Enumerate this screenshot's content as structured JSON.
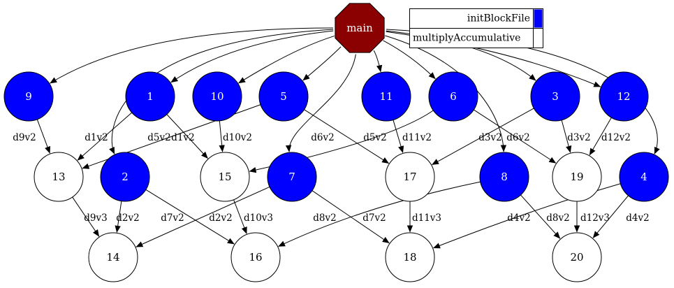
{
  "colors": {
    "main_fill": "#8b0000",
    "blue_fill": "#0000ff",
    "white_fill": "#ffffff",
    "stroke": "#000000",
    "label_on_dark": "#ffffff",
    "label_on_light": "#000000"
  },
  "legend": {
    "rows": [
      {
        "label": "initBlockFile",
        "swatch": "#0000ff"
      },
      {
        "label": "multiplyAccumulative",
        "swatch": "#ffffff"
      }
    ]
  },
  "nodes": [
    {
      "id": "main",
      "label": "main",
      "style": "octagon"
    },
    {
      "id": "9",
      "label": "9",
      "style": "blue"
    },
    {
      "id": "1",
      "label": "1",
      "style": "blue"
    },
    {
      "id": "10",
      "label": "10",
      "style": "blue"
    },
    {
      "id": "5",
      "label": "5",
      "style": "blue"
    },
    {
      "id": "11",
      "label": "11",
      "style": "blue"
    },
    {
      "id": "6",
      "label": "6",
      "style": "blue"
    },
    {
      "id": "3",
      "label": "3",
      "style": "blue"
    },
    {
      "id": "12",
      "label": "12",
      "style": "blue"
    },
    {
      "id": "13",
      "label": "13",
      "style": "white"
    },
    {
      "id": "2",
      "label": "2",
      "style": "blue"
    },
    {
      "id": "15",
      "label": "15",
      "style": "white"
    },
    {
      "id": "7",
      "label": "7",
      "style": "blue"
    },
    {
      "id": "17",
      "label": "17",
      "style": "white"
    },
    {
      "id": "8",
      "label": "8",
      "style": "blue"
    },
    {
      "id": "19",
      "label": "19",
      "style": "white"
    },
    {
      "id": "4",
      "label": "4",
      "style": "blue"
    },
    {
      "id": "14",
      "label": "14",
      "style": "white"
    },
    {
      "id": "16",
      "label": "16",
      "style": "white"
    },
    {
      "id": "18",
      "label": "18",
      "style": "white"
    },
    {
      "id": "20",
      "label": "20",
      "style": "white"
    }
  ],
  "edges": [
    {
      "from": "main",
      "to": "9",
      "label": ""
    },
    {
      "from": "main",
      "to": "2",
      "label": ""
    },
    {
      "from": "main",
      "to": "1",
      "label": ""
    },
    {
      "from": "main",
      "to": "10",
      "label": ""
    },
    {
      "from": "main",
      "to": "5",
      "label": ""
    },
    {
      "from": "main",
      "to": "7",
      "label": ""
    },
    {
      "from": "main",
      "to": "11",
      "label": ""
    },
    {
      "from": "main",
      "to": "6",
      "label": ""
    },
    {
      "from": "main",
      "to": "8",
      "label": ""
    },
    {
      "from": "main",
      "to": "3",
      "label": ""
    },
    {
      "from": "main",
      "to": "12",
      "label": ""
    },
    {
      "from": "main",
      "to": "4",
      "label": ""
    },
    {
      "from": "9",
      "to": "13",
      "label": "d9v2"
    },
    {
      "from": "1",
      "to": "13",
      "label": "d1v2"
    },
    {
      "from": "1",
      "to": "15",
      "label": "d1v2"
    },
    {
      "from": "5",
      "to": "13",
      "label": "d5v2"
    },
    {
      "from": "10",
      "to": "15",
      "label": "d10v2"
    },
    {
      "from": "6",
      "to": "15",
      "label": "d6v2"
    },
    {
      "from": "5",
      "to": "17",
      "label": "d5v2"
    },
    {
      "from": "11",
      "to": "17",
      "label": "d11v2"
    },
    {
      "from": "3",
      "to": "17",
      "label": "d3v2"
    },
    {
      "from": "6",
      "to": "19",
      "label": "d6v2"
    },
    {
      "from": "3",
      "to": "19",
      "label": "d3v2"
    },
    {
      "from": "12",
      "to": "19",
      "label": "d12v2"
    },
    {
      "from": "13",
      "to": "14",
      "label": "d9v3"
    },
    {
      "from": "2",
      "to": "14",
      "label": "d2v2"
    },
    {
      "from": "7",
      "to": "14",
      "label": "d7v2"
    },
    {
      "from": "2",
      "to": "16",
      "label": "d2v2"
    },
    {
      "from": "15",
      "to": "16",
      "label": "d10v3"
    },
    {
      "from": "8",
      "to": "16",
      "label": "d8v2"
    },
    {
      "from": "7",
      "to": "18",
      "label": "d7v2"
    },
    {
      "from": "17",
      "to": "18",
      "label": "d11v3"
    },
    {
      "from": "4",
      "to": "18",
      "label": "d4v2"
    },
    {
      "from": "8",
      "to": "20",
      "label": "d8v2"
    },
    {
      "from": "19",
      "to": "20",
      "label": "d12v3"
    },
    {
      "from": "4",
      "to": "20",
      "label": "d4v2"
    }
  ]
}
